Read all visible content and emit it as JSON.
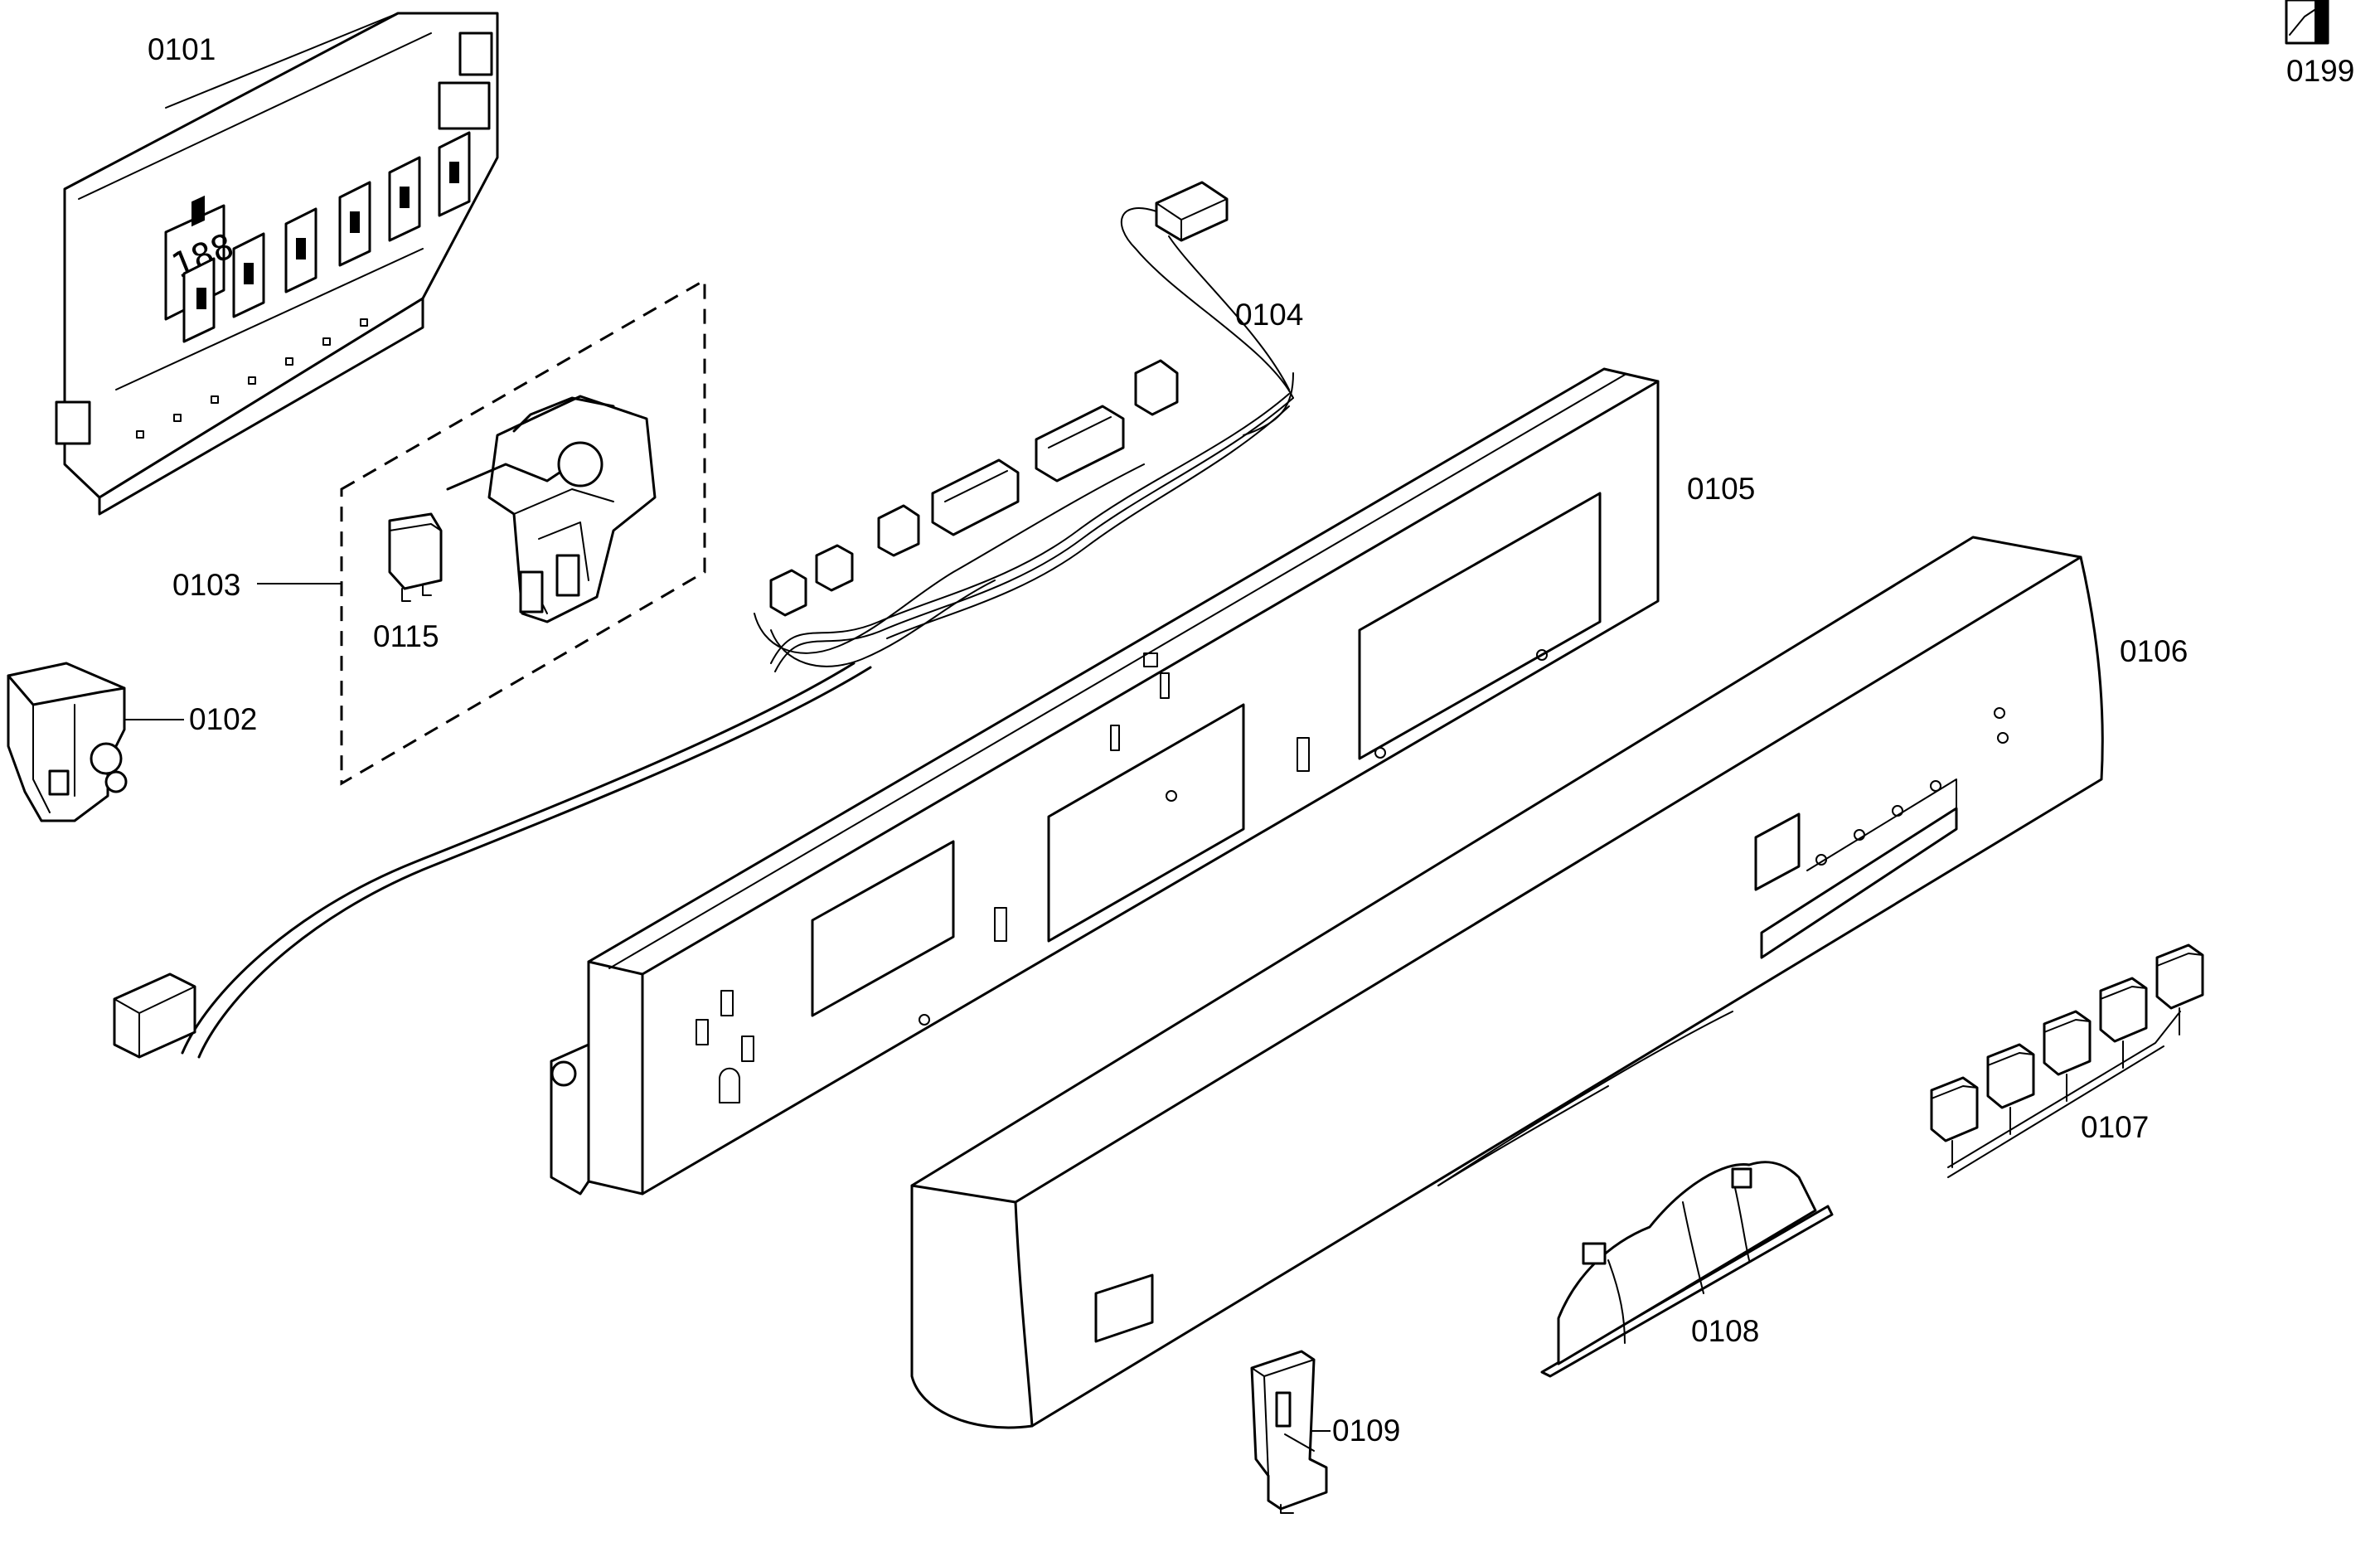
{
  "parts": [
    {
      "id": "control-module",
      "label": "0101"
    },
    {
      "id": "door-switch",
      "label": "0102"
    },
    {
      "id": "door-lock-set",
      "label": "0103"
    },
    {
      "id": "wire-harness",
      "label": "0104"
    },
    {
      "id": "inner-panel",
      "label": "0105"
    },
    {
      "id": "control-panel-fascia",
      "label": "0106"
    },
    {
      "id": "push-buttons",
      "label": "0107"
    },
    {
      "id": "door-handle",
      "label": "0108"
    },
    {
      "id": "latch-bracket",
      "label": "0109"
    },
    {
      "id": "capacitor",
      "label": "0115"
    },
    {
      "id": "documentation",
      "label": "0199"
    }
  ]
}
